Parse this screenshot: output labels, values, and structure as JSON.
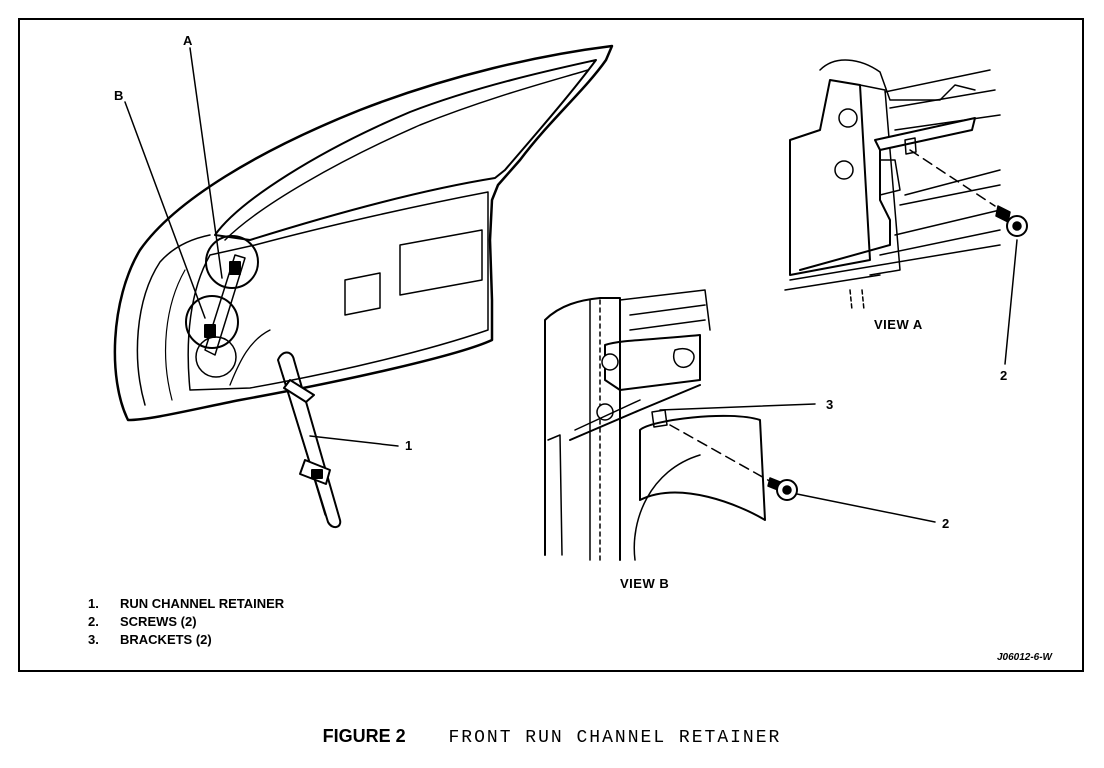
{
  "callouts": {
    "a": "A",
    "b": "B",
    "one": "1",
    "two_view_a": "2",
    "two_view_b": "2",
    "three": "3"
  },
  "views": {
    "view_a": "VIEW A",
    "view_b": "VIEW B"
  },
  "legend": [
    {
      "num": "1.",
      "text": "RUN CHANNEL RETAINER"
    },
    {
      "num": "2.",
      "text": "SCREWS (2)"
    },
    {
      "num": "3.",
      "text": "BRACKETS (2)"
    }
  ],
  "part_code": "J06012-6-W",
  "caption": {
    "figure": "FIGURE 2",
    "title": "FRONT RUN CHANNEL RETAINER"
  }
}
